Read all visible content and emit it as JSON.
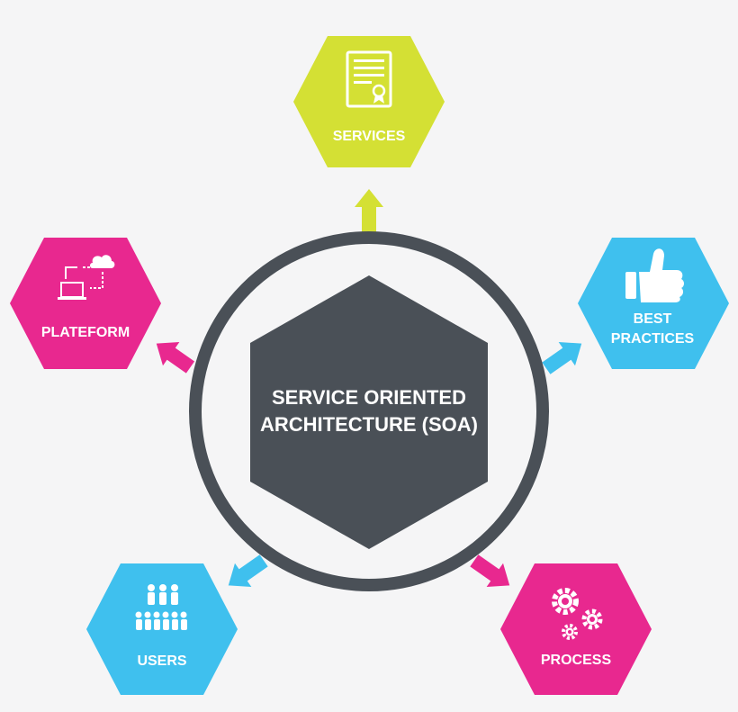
{
  "center": {
    "line1": "SERVICE ORIENTED",
    "line2": "ARCHITECTURE (SOA)"
  },
  "nodes": {
    "services": {
      "label": "SERVICES",
      "icon": "certificate-icon"
    },
    "best_practices": {
      "label_line1": "BEST",
      "label_line2": "PRACTICES",
      "icon": "thumbs-up-icon"
    },
    "process": {
      "label": "PROCESS",
      "icon": "gears-icon"
    },
    "users": {
      "label": "USERS",
      "icon": "people-group-icon"
    },
    "plateform": {
      "label": "PLATEFORM",
      "icon": "cloud-laptop-icon"
    }
  },
  "colors": {
    "lime": "#d4e034",
    "cyan": "#3fc0ee",
    "magenta": "#e8288f",
    "dark": "#4a5057",
    "background": "#f5f5f6"
  }
}
